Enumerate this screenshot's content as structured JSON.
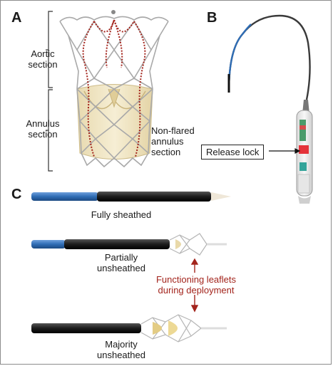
{
  "figure": {
    "panels": {
      "a": "A",
      "b": "B",
      "c": "C"
    },
    "labels": {
      "aortic_line1": "Aortic",
      "aortic_line2": "section",
      "annulus_line1": "Annulus",
      "annulus_line2": "section",
      "nonflared_line1": "Non-flared",
      "nonflared_line2": "annulus",
      "nonflared_line3": "section",
      "release_lock": "Release lock",
      "fully_sheathed": "Fully sheathed",
      "partially_line1": "Partially",
      "partially_line2": "unsheathed",
      "functioning_line1": "Functioning leaflets",
      "functioning_line2": "during deployment",
      "majority_line1": "Majority",
      "majority_line2": "unsheathed"
    },
    "colors": {
      "accent_red": "#a3241c",
      "catheter_blue": "#2f6db5",
      "catheter_black": "#1c1c1c",
      "frame_silver": "#b8b8b8",
      "tissue_cream": "#efe4c2"
    }
  }
}
